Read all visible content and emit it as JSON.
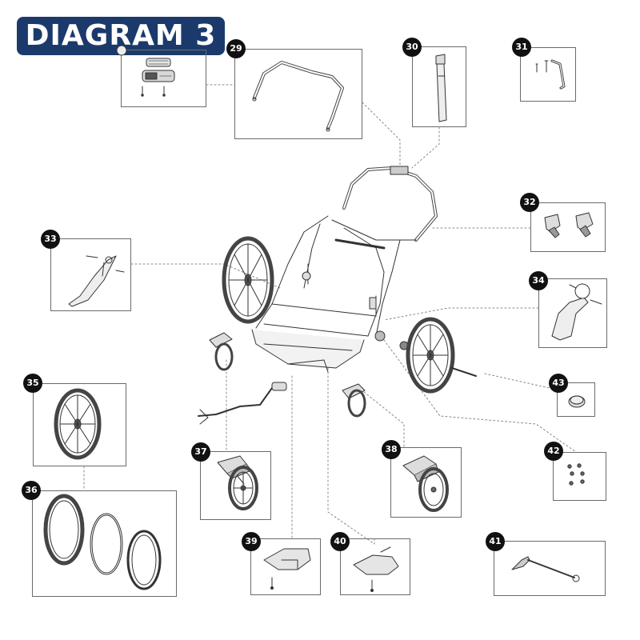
{
  "title": "DIAGRAM 3",
  "colors": {
    "badge": "#1b3a6b",
    "line": "#333333",
    "box": "#6b6b6b",
    "callout": "#111111"
  },
  "parts": [
    {
      "number": "29",
      "name": "handlebar-assembly"
    },
    {
      "number": "30",
      "name": "strap"
    },
    {
      "number": "31",
      "name": "bolts-and-hex-key"
    },
    {
      "number": "32",
      "name": "handlebar-clips"
    },
    {
      "number": "33",
      "name": "rear-brake-bracket-left"
    },
    {
      "number": "34",
      "name": "rear-brake-bracket-right"
    },
    {
      "number": "35",
      "name": "rear-wheel"
    },
    {
      "number": "36",
      "name": "tire-tube-rim-set"
    },
    {
      "number": "37",
      "name": "stroller-front-wheel"
    },
    {
      "number": "38",
      "name": "jogging-front-wheel"
    },
    {
      "number": "39",
      "name": "wheel-mount-left"
    },
    {
      "number": "40",
      "name": "wheel-mount-right"
    },
    {
      "number": "41",
      "name": "quick-release-axle"
    },
    {
      "number": "42",
      "name": "screw-set"
    },
    {
      "number": "43",
      "name": "end-cap"
    }
  ]
}
